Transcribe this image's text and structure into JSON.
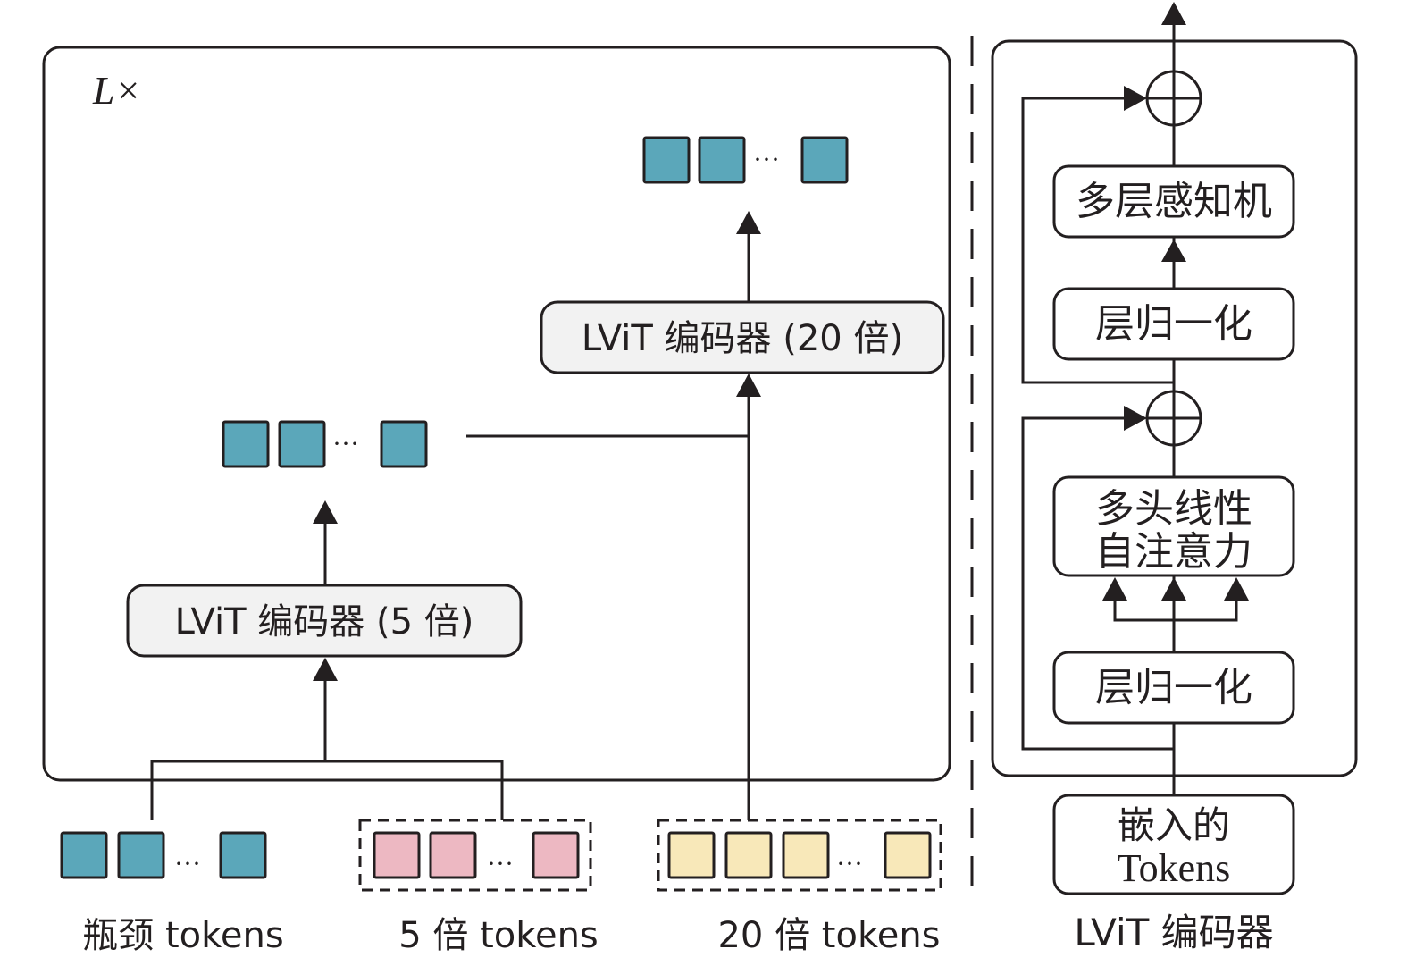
{
  "left_panel": {
    "repeat_label": "L×",
    "encoder_5x": {
      "label": "LViT 编码器 (5 倍)"
    },
    "encoder_20x": {
      "label": "LViT 编码器 (20 倍)"
    },
    "mid_tokens": {
      "ellipsis": "···"
    },
    "top_tokens": {
      "ellipsis": "···"
    }
  },
  "inputs": [
    {
      "label": "瓶颈 tokens",
      "color": "#5ba7ba",
      "ellipsis": "···",
      "dashed": false
    },
    {
      "label": "5 倍 tokens",
      "color": "#edb8c2",
      "ellipsis": "···",
      "dashed": true
    },
    {
      "label": "20 倍 tokens",
      "color": "#f8e8b9",
      "ellipsis": "···",
      "dashed": true
    }
  ],
  "right_panel": {
    "caption": "LViT 编码器",
    "blocks": {
      "mlp": "多层感知机",
      "norm_top": "层归一化",
      "attention_line1": "多头线性",
      "attention_line2": "自注意力",
      "norm_bottom": "层归一化",
      "embedded_line1": "嵌入的",
      "embedded_line2": "Tokens"
    }
  },
  "colors": {
    "bottleneck": "#5ba7ba",
    "x5": "#edb8c2",
    "x20": "#f8e8b9",
    "encoder_fill": "#f2f2f2",
    "ink": "#231f20"
  }
}
